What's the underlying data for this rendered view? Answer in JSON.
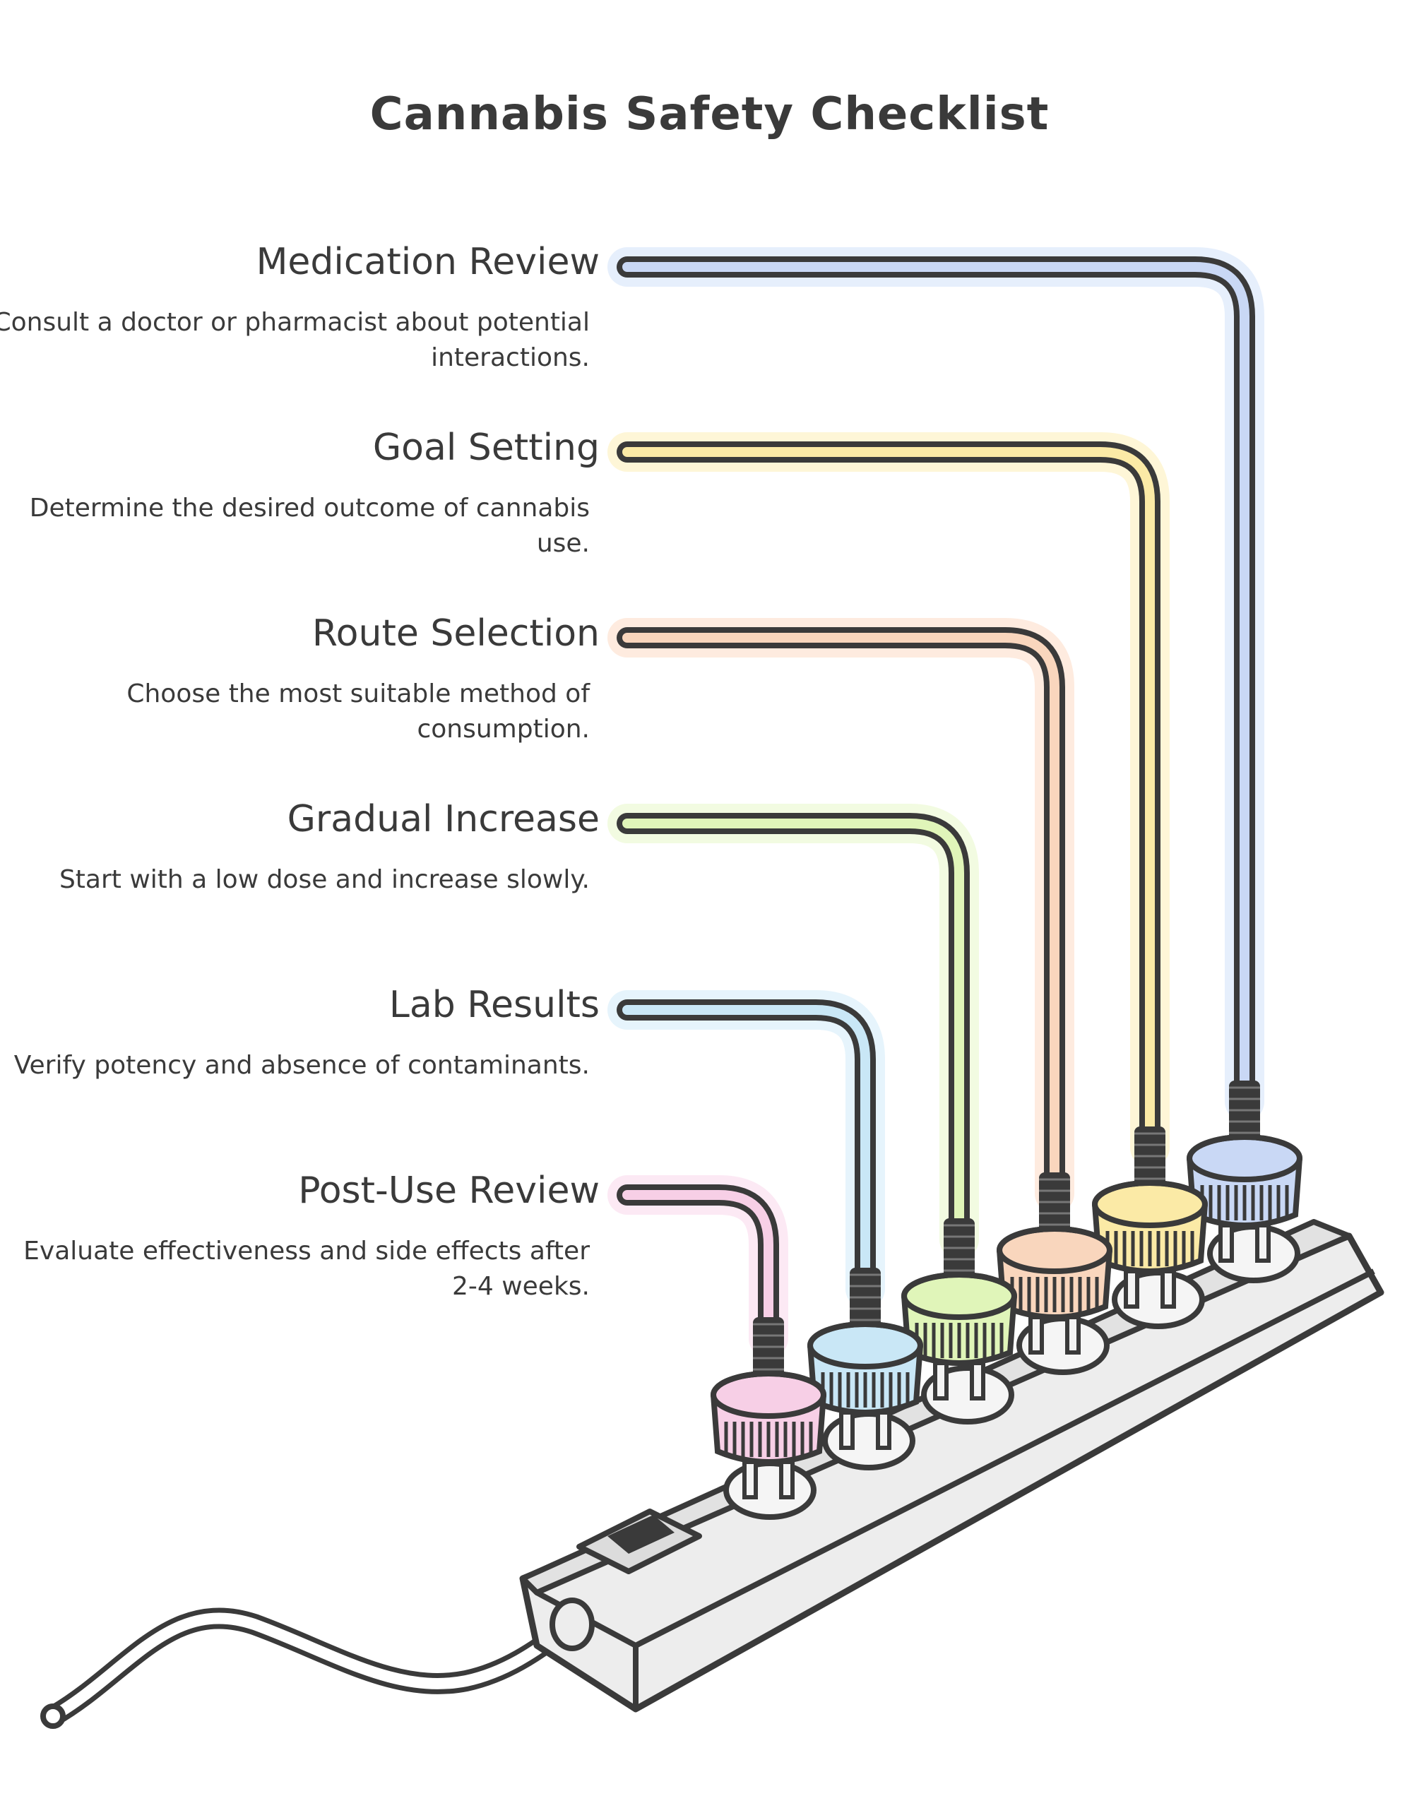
{
  "title": "Cannabis Safety Checklist",
  "items": [
    {
      "title": "Medication Review",
      "desc": "Consult a doctor or pharmacist about potential interactions.",
      "color": "#c9d8f5",
      "glow": "#dbe8fb"
    },
    {
      "title": "Goal Setting",
      "desc": "Determine the desired outcome of cannabis use.",
      "color": "#fbeaa6",
      "glow": "#fdf2c6"
    },
    {
      "title": "Route Selection",
      "desc": "Choose the most suitable method of consumption.",
      "color": "#f9d6bd",
      "glow": "#fde3d1"
    },
    {
      "title": "Gradual Increase",
      "desc": "Start with a low dose and increase slowly.",
      "color": "#e0f5b9",
      "glow": "#ecf9d4"
    },
    {
      "title": "Lab Results",
      "desc": "Verify potency and absence of contaminants.",
      "color": "#c9e7f6",
      "glow": "#dcf0fb"
    },
    {
      "title": "Post-Use Review",
      "desc": "Evaluate effectiveness and side effects after 2-4 weeks.",
      "color": "#f7cfe6",
      "glow": "#fbe0ef"
    }
  ],
  "colors": {
    "ink": "#3a3a3a",
    "strip": "#ededed",
    "strip_shadow": "#e2e2e2"
  },
  "icons": [
    "power-strip-icon",
    "plug-icon",
    "power-switch-icon",
    "power-cord-icon"
  ]
}
